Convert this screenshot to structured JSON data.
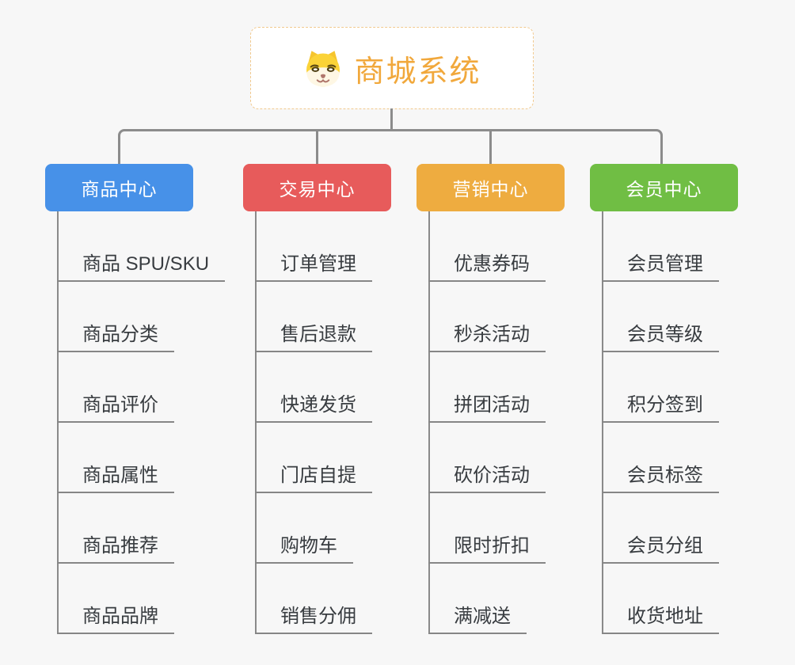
{
  "root": {
    "title": "商城系统",
    "icon": "dog-face-icon"
  },
  "branches": [
    {
      "label": "商品中心",
      "color": "#4791e8",
      "children": [
        "商品 SPU/SKU",
        "商品分类",
        "商品评价",
        "商品属性",
        "商品推荐",
        "商品品牌"
      ]
    },
    {
      "label": "交易中心",
      "color": "#e75b5b",
      "children": [
        "订单管理",
        "售后退款",
        "快递发货",
        "门店自提",
        "购物车",
        "销售分佣"
      ]
    },
    {
      "label": "营销中心",
      "color": "#eeac40",
      "children": [
        "优惠券码",
        "秒杀活动",
        "拼团活动",
        "砍价活动",
        "限时折扣",
        "满减送"
      ]
    },
    {
      "label": "会员中心",
      "color": "#70be44",
      "children": [
        "会员管理",
        "会员等级",
        "积分签到",
        "会员标签",
        "会员分组",
        "收货地址"
      ]
    }
  ],
  "palette": {
    "background": "#f7f7f7",
    "connector": "#8c8c8c",
    "leaf_underline": "#868686",
    "leaf_text": "#383c40",
    "root_text": "#f1a83c",
    "root_border": "#f1c98e"
  }
}
